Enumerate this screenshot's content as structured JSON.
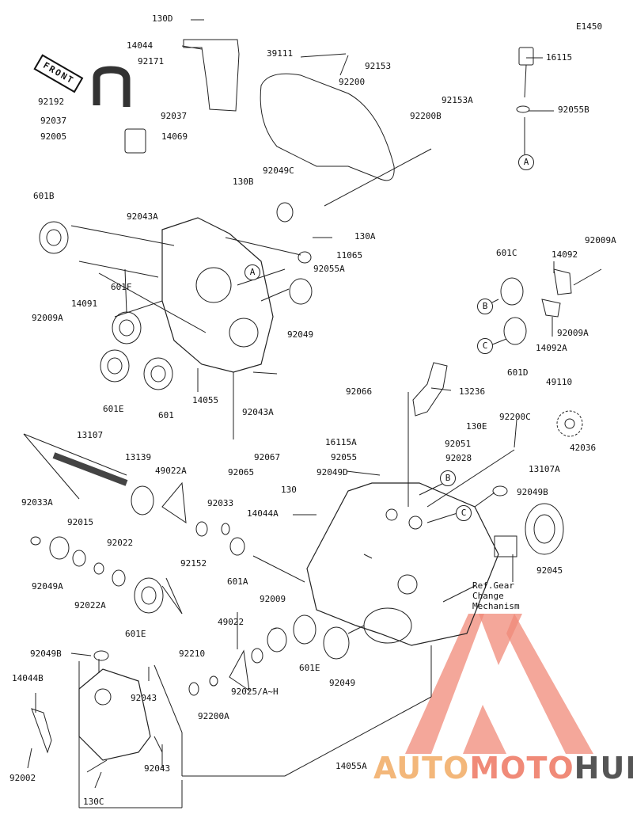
{
  "header": {
    "code": "E1450"
  },
  "front_badge": "FRONT",
  "callouts": [
    "A",
    "B",
    "C"
  ],
  "note": "Ref.Gear\nChange\nMechanism",
  "logo": {
    "part1": "AUTO",
    "part2": "MOTO",
    "part3": "HUB",
    "colors": {
      "auto": "#f3b77a",
      "moto": "#f08a78",
      "hub": "#555555",
      "mark": "#f08a78"
    }
  },
  "parts": [
    "130D",
    "14044",
    "92171",
    "92192",
    "92037",
    "92037",
    "92005",
    "14069",
    "39111",
    "92200",
    "92153",
    "16115",
    "92055B",
    "92153A",
    "92200B",
    "601B",
    "92043A",
    "130B",
    "92049C",
    "130A",
    "11065",
    "92055A",
    "92009A",
    "14091",
    "601F",
    "92049",
    "601E",
    "601",
    "14055",
    "92043A",
    "601C",
    "14092",
    "92009A",
    "92009A",
    "14092A",
    "601D",
    "92066",
    "13236",
    "130E",
    "49110",
    "42036",
    "16115A",
    "92051",
    "92055",
    "92028",
    "92200C",
    "13107A",
    "92049D",
    "130",
    "92049B",
    "14044A",
    "92045",
    "92067",
    "92065",
    "13107",
    "13139",
    "49022A",
    "92033A",
    "92015",
    "92022",
    "92033",
    "92152",
    "601A",
    "92049A",
    "92022A",
    "601E",
    "92009",
    "49022",
    "92049B",
    "92210",
    "92043",
    "14044B",
    "92025/A~H",
    "601E",
    "92049",
    "92200A",
    "92043",
    "92002",
    "130C",
    "14055A"
  ]
}
